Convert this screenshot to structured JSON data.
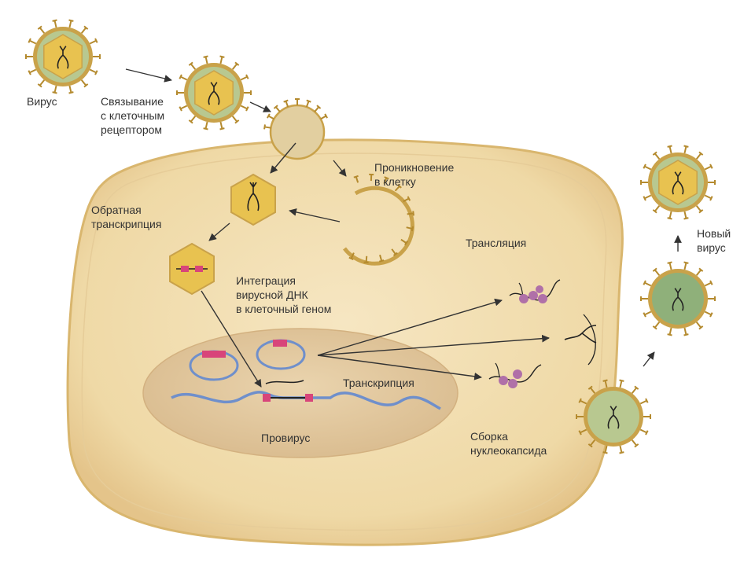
{
  "labels": {
    "virus": "Вирус",
    "binding_1": "Связывание",
    "binding_2": "с клеточным",
    "binding_3": "рецептором",
    "penetration_1": "Проникновение",
    "penetration_2": "в клетку",
    "reverse_1": "Обратная",
    "reverse_2": "транскрипция",
    "integration_1": "Интеграция",
    "integration_2": "вирусной ДНК",
    "integration_3": "в клеточный геном",
    "translation": "Трансляция",
    "transcription": "Транскрипция",
    "provirus": "Провирус",
    "assembly_1": "Сборка",
    "assembly_2": "нуклеокапсида",
    "new_virus_1": "Новый",
    "new_virus_2": "вирус"
  },
  "colors": {
    "cell_fill": "#EFD9A6",
    "cell_stroke": "#D9B66E",
    "nucleus_fill": "#E2C79E",
    "virus_envelope": "#C9A24A",
    "virus_core": "#E8C250",
    "virus_inner": "#B8C890",
    "green_virion": "#8FB07A",
    "spike": "#B48A2E",
    "dna": "#6F8FCB",
    "insert": "#D8457A",
    "ribosome": "#B070A8",
    "arrow": "#333333"
  }
}
